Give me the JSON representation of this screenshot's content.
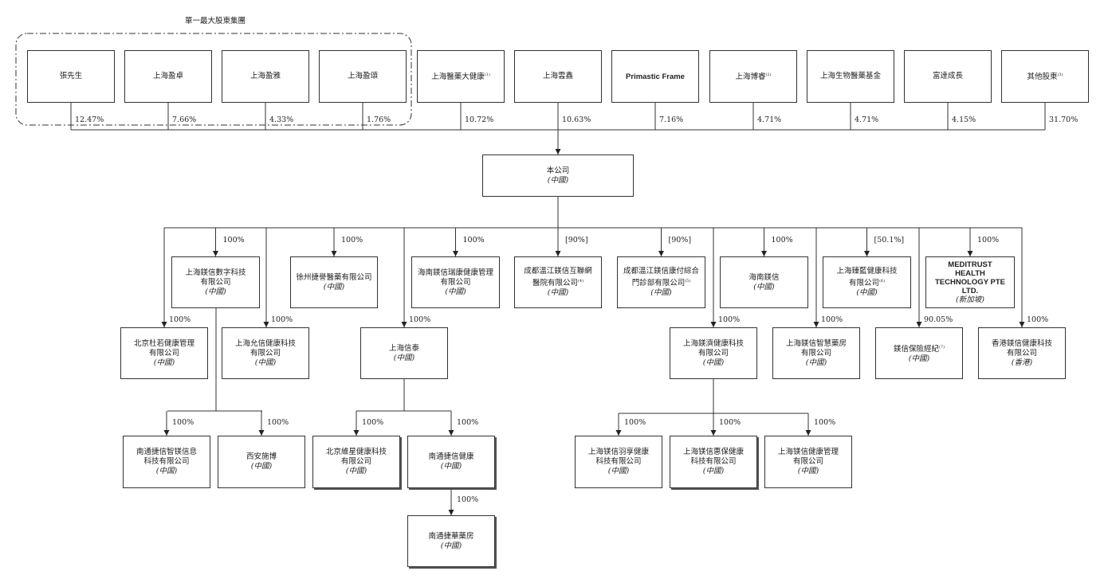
{
  "group_label": "單一最大股東集團",
  "shareholders": [
    {
      "name": "張先生",
      "pct": "12.47%"
    },
    {
      "name": "上海盈卓",
      "pct": "7.66%"
    },
    {
      "name": "上海盈雅",
      "pct": "4.33%"
    },
    {
      "name": "上海盈頌",
      "pct": "1.76%"
    },
    {
      "name": "上海醫藥大健康",
      "sup": "(1)",
      "pct": "10.72%"
    },
    {
      "name": "上海雲鑫",
      "pct": "10.63%"
    },
    {
      "name": "Primastic Frame",
      "pct": "7.16%"
    },
    {
      "name": "上海博睿",
      "sup": "(2)",
      "pct": "4.71%"
    },
    {
      "name": "上海生物醫藥基金",
      "pct": "4.71%"
    },
    {
      "name": "富達成長",
      "pct": "4.15%"
    },
    {
      "name": "其他股東",
      "sup": "(3)",
      "pct": "31.70%"
    }
  ],
  "company": {
    "name": "本公司",
    "loc": "(中國)"
  },
  "row1": [
    {
      "l1": "上海鎂信數字科技",
      "l2": "有限公司",
      "loc": "(中國)",
      "pct": "100%"
    },
    {
      "l1": "徐州捷譽醫藥有限公司",
      "loc": "(中國)",
      "pct": "100%"
    },
    {
      "l1": "海南鎂信瑞康健康管理",
      "l2": "有限公司",
      "loc": "(中國)",
      "pct": "100%"
    },
    {
      "l1": "成都溫江鎂信互聯網",
      "l2": "醫院有限公司",
      "sup": "(4)",
      "loc": "(中國)",
      "pct": "[90%]"
    },
    {
      "l1": "成都溫江鎂信康付綜合",
      "l2": "門診部有限公司",
      "sup": "(5)",
      "loc": "(中國)",
      "pct": "[90%]"
    },
    {
      "l1": "海南鎂信",
      "loc": "(中國)",
      "pct": "100%"
    },
    {
      "l1": "上海臻藍健康科技",
      "l2": "有限公司",
      "sup": "(6)",
      "loc": "(中國)",
      "pct": "[50.1%]"
    },
    {
      "l1": "MEDITRUST",
      "l2": "HEALTH",
      "l3": "TECHNOLOGY PTE",
      "l4": "LTD.",
      "loc": "(新加坡)",
      "pct": "100%"
    }
  ],
  "row2": [
    {
      "l1": "北京杜若健康管理",
      "l2": "有限公司",
      "loc": "(中國)",
      "pct": "100%"
    },
    {
      "l1": "上海允信健康科技",
      "l2": "有限公司",
      "loc": "(中國)",
      "pct": "100%"
    },
    {
      "l1": "上海信泰",
      "loc": "(中國)",
      "pct": "100%"
    },
    {
      "l1": "上海鎂濟健康科技",
      "l2": "有限公司",
      "loc": "(中國)",
      "pct": "100%"
    },
    {
      "l1": "上海鎂信智慧藥房",
      "l2": "有限公司",
      "loc": "(中國)",
      "pct": "100%"
    },
    {
      "l1": "鎂信保險經紀",
      "sup": "(7)",
      "loc": "(中國)",
      "pct": "90.05%"
    },
    {
      "l1": "香港鎂信健康科技",
      "l2": "有限公司",
      "loc": "(香港)",
      "pct": "100%"
    }
  ],
  "row3": [
    {
      "l1": "南通捷信智镁信息",
      "l2": "科技有限公司",
      "loc": "(中国)",
      "pct": "100%"
    },
    {
      "l1": "西安施博",
      "loc": "(中國)",
      "pct": "100%"
    },
    {
      "l1": "北京維星健康科技",
      "l2": "有限公司",
      "loc": "(中國)",
      "pct": "100%"
    },
    {
      "l1": "南通捷信健康",
      "loc": "(中國)",
      "pct": "100%"
    },
    {
      "l1": "上海镁信羽享健康",
      "l2": "科技有限公司",
      "loc": "(中國)",
      "pct": "100%"
    },
    {
      "l1": "上海镁信惠保健康",
      "l2": "科技有限公司",
      "loc": "(中國)",
      "pct": "100%"
    },
    {
      "l1": "上海镁信健康管理",
      "l2": "有限公司",
      "loc": "(中國)",
      "pct": "100%"
    }
  ],
  "row4": [
    {
      "l1": "南通捷華藥房",
      "loc": "(中國)",
      "pct": "100%"
    }
  ]
}
